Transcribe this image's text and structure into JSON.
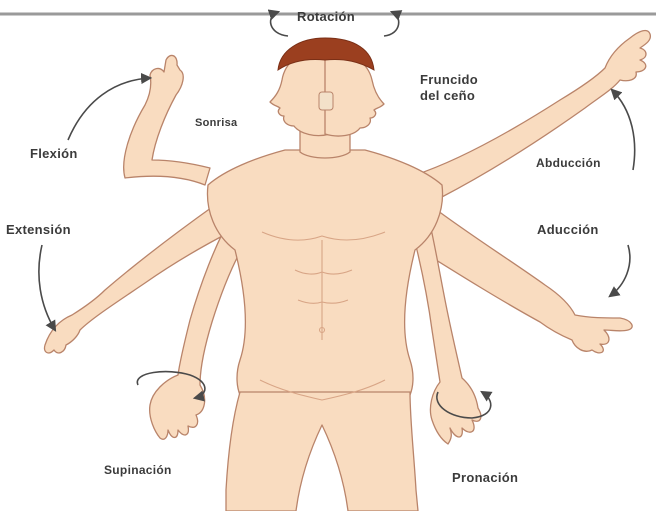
{
  "labels": {
    "rotacion": "Rotación",
    "fruncido_line1": "Fruncido",
    "fruncido_line2": "del ceño",
    "sonrisa": "Sonrisa",
    "flexion": "Flexión",
    "abduccion": "Abducción",
    "extension": "Extensión",
    "aduccion": "Aducción",
    "supinacion": "Supinación",
    "pronacion": "Pronación"
  },
  "colors": {
    "skin": "#f9dcc0",
    "skin_outline": "#b9846a",
    "hair": "#9b3f1f",
    "arrow": "#4a4a4a",
    "text": "#3b3b3b",
    "background": "#ffffff"
  }
}
